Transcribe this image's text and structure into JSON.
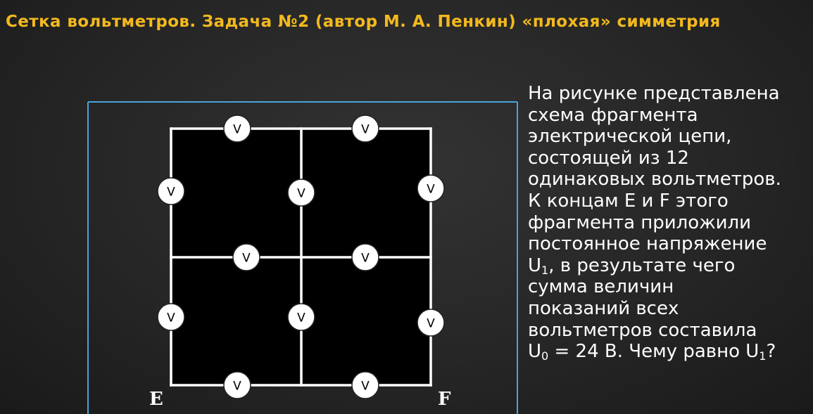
{
  "title": "Сетка вольтметров. Задача №2 (автор М. А. Пенкин) «плохая» симметрия",
  "diagram": {
    "voltmeter_symbol": "V",
    "voltmeter_count": 12,
    "node_E": "E",
    "node_F": "F",
    "colors": {
      "title": "#f2b91e",
      "wire": "#ffffff",
      "cell_fill": "#000000",
      "frame": "#4aa3d8",
      "voltmeter_fill": "#ffffff"
    }
  },
  "problem": {
    "l1": "На рисунке представлена",
    "l2": "схема фрагмента",
    "l3": "электрической цепи,",
    "l4": "состоящей из 12",
    "l5": "одинаковых вольтметров.",
    "l6": "К концам E и F этого",
    "l7": "фрагмента приложили",
    "l8": "постоянное напряжение",
    "l9_U": "U",
    "l9_sub": "1",
    "l9_rest": ", в результате чего",
    "l10": "сумма величин",
    "l11": "показаний всех",
    "l12": "вольтметров составила",
    "l13_U0": "U",
    "l13_sub0": "0",
    "l13_mid": " = 24 В. Чему равно ",
    "l13_U1": "U",
    "l13_sub1": "1",
    "l13_q": "?"
  }
}
